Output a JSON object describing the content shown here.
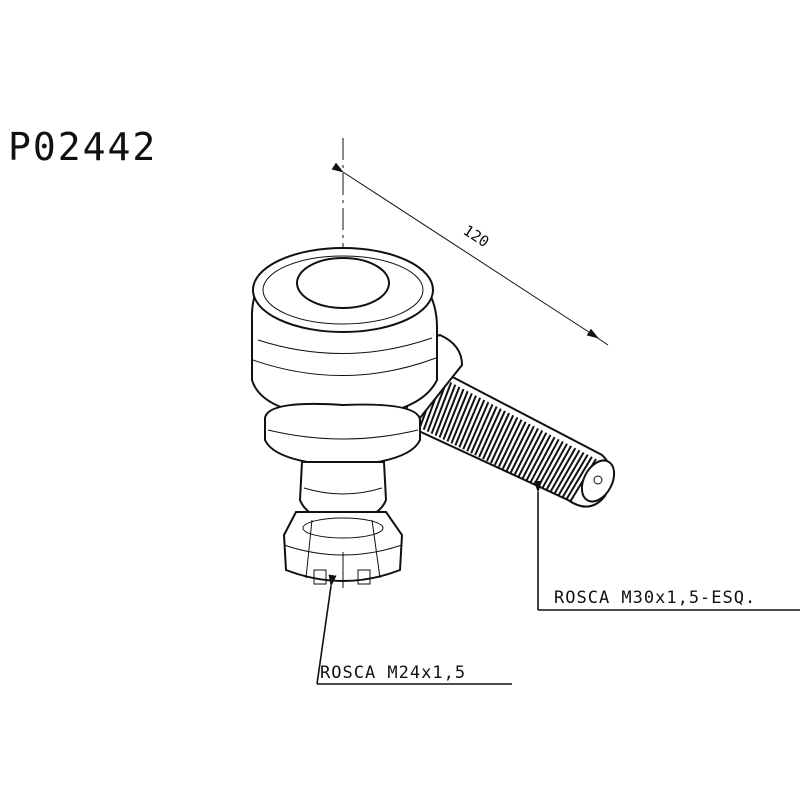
{
  "drawing": {
    "part_number": "P02442",
    "dimension_length": "120",
    "callout_stud_thread": "ROSCA M30x1,5-ESQ.",
    "callout_shank_thread": "ROSCA M24x1,5"
  },
  "colors": {
    "line": "#111111",
    "background": "#ffffff"
  }
}
